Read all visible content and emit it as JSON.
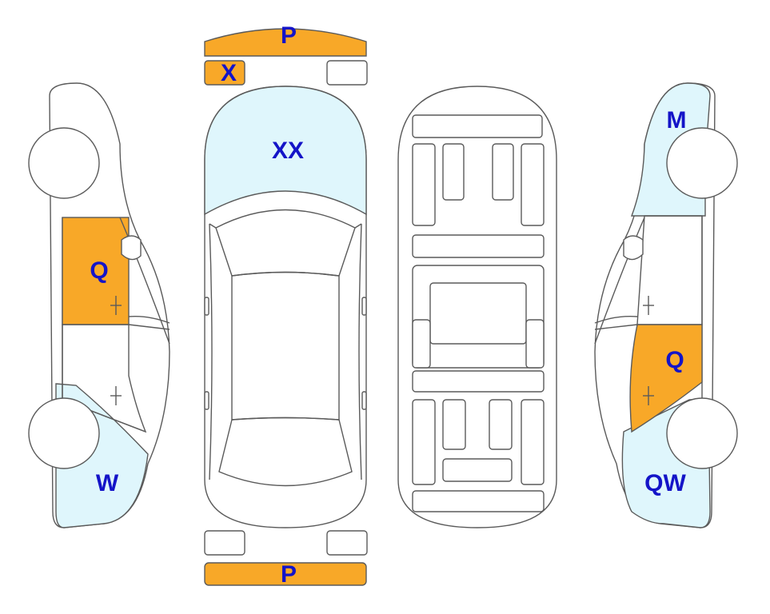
{
  "colors": {
    "damage_major": "#f8a828",
    "damage_minor": "#dff6fc",
    "outline": "#5a5a5a",
    "label": "#1414c8"
  },
  "labels": {
    "front_bumper": "P",
    "front_lamp_left": "X",
    "hood": "XX",
    "left_front_door": "Q",
    "left_front_fender": "W",
    "right_rear_quarter": "M",
    "right_front_door": "Q",
    "right_front_fender": "QW",
    "rear_bumper": "P"
  }
}
